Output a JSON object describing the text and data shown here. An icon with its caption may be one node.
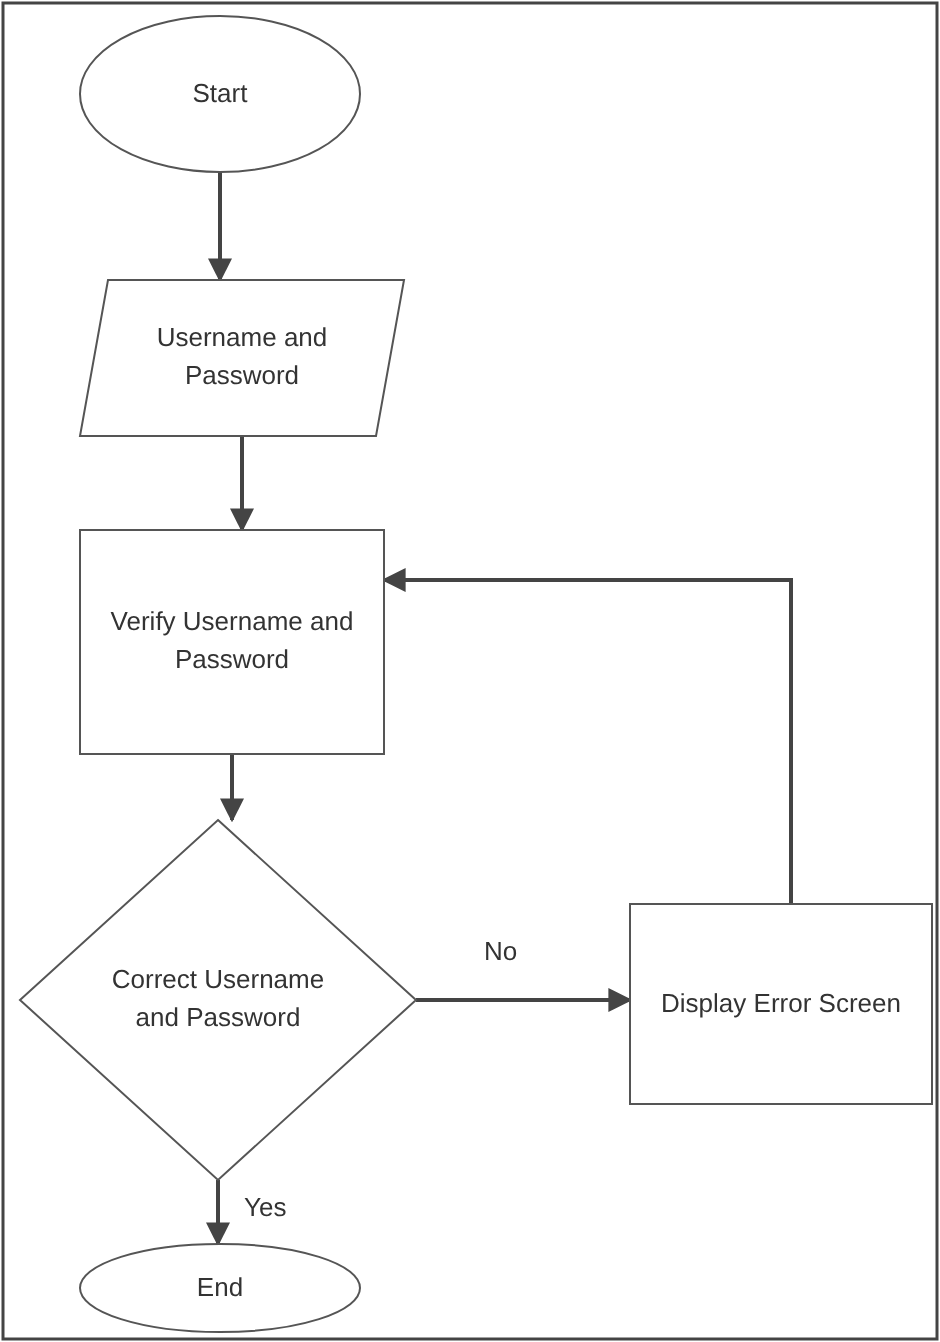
{
  "diagram": {
    "nodes": [
      {
        "text": [
          "Start"
        ]
      },
      {
        "text": [
          "Username and Password"
        ]
      },
      {
        "text": [
          "Verify Username and Password"
        ]
      },
      {
        "text": [
          "Correct Username and Password"
        ]
      },
      {
        "text": [
          "Display Error Screen"
        ]
      },
      {
        "text": [
          "End"
        ]
      }
    ],
    "edges": [
      {
        "from": 0,
        "to": 1,
        "arrow": "to"
      },
      {
        "from": 1,
        "to": 2,
        "arrow": "to"
      },
      {
        "from": 2,
        "to": 3,
        "arrow": "to"
      },
      {
        "from": 3,
        "to": 4,
        "arrow": "to",
        "label": "No"
      },
      {
        "from": 4,
        "to": 2,
        "arrow": "to"
      },
      {
        "from": 3,
        "to": 5,
        "arrow": "to",
        "label": "Yes"
      }
    ]
  }
}
